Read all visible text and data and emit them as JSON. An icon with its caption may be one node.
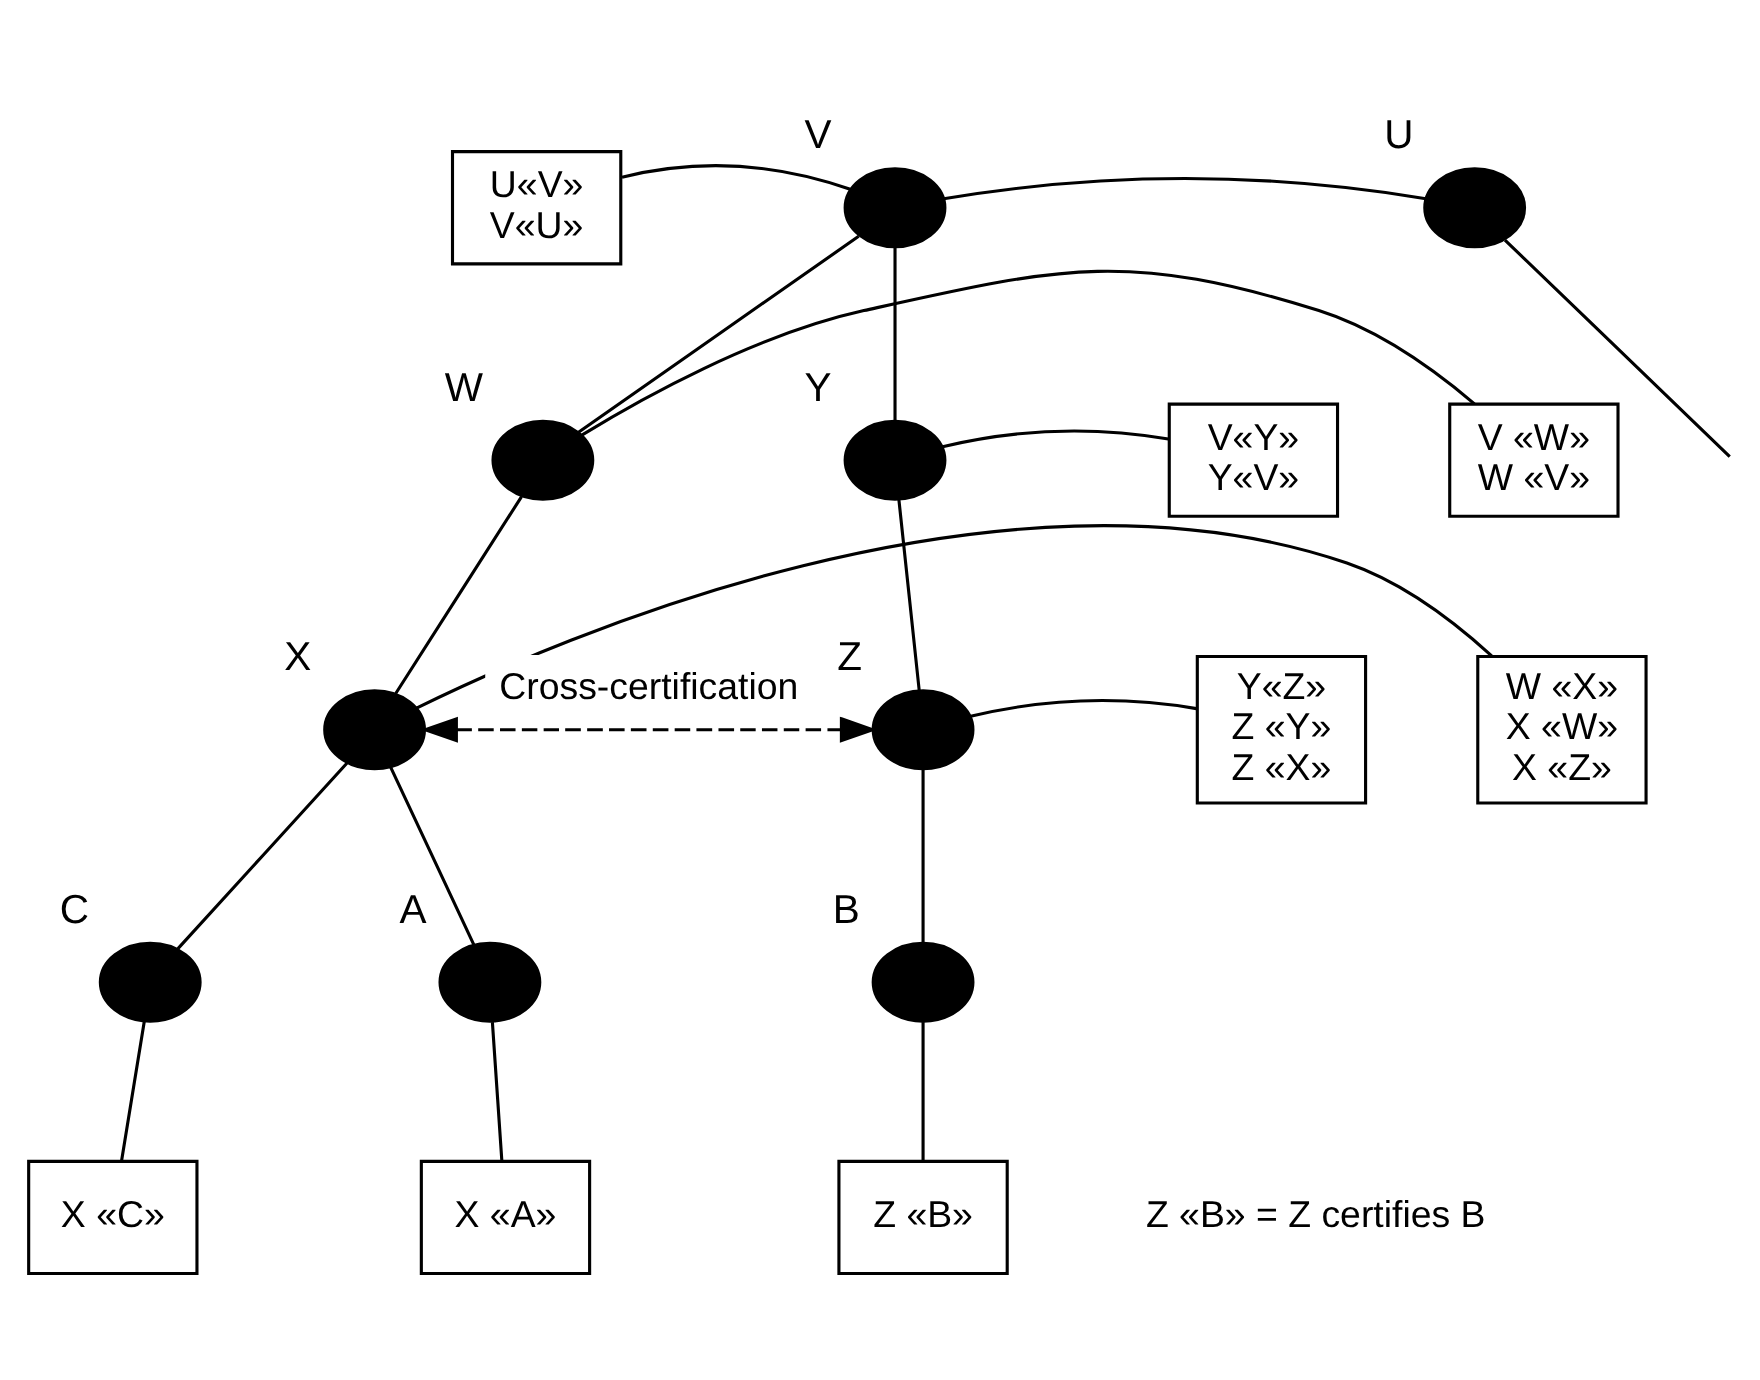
{
  "diagram": {
    "nodes": [
      {
        "text": [
          "U«V»",
          "V«U»"
        ]
      },
      {
        "text": [],
        "shape": "circle",
        "beside": [
          "U"
        ]
      },
      {
        "text": [],
        "shape": "circle",
        "beside": [
          "V"
        ]
      },
      {
        "text": [
          "V «W»",
          "W «V»"
        ]
      },
      {
        "text": [
          "V«Y»",
          "Y«V»"
        ]
      },
      {
        "text": [],
        "shape": "circle",
        "beside": [
          "W"
        ]
      },
      {
        "text": [],
        "shape": "circle",
        "beside": [
          "Y"
        ]
      },
      {
        "text": [
          "W «X»",
          "X «W»",
          "X «Z»"
        ]
      },
      {
        "text": [],
        "shape": "circle",
        "beside": [
          "X"
        ]
      },
      {
        "text": [],
        "shape": "circle",
        "beside": [
          "Z"
        ]
      },
      {
        "text": [
          "Y«Z»",
          "Z «Y»",
          "Z «X»"
        ]
      },
      {
        "text": [],
        "shape": "circle",
        "beside": [
          "C"
        ]
      },
      {
        "text": [],
        "shape": "circle",
        "beside": [
          "A"
        ]
      },
      {
        "text": [],
        "shape": "circle",
        "beside": [
          "B"
        ]
      },
      {
        "text": [
          "X «C»"
        ]
      },
      {
        "text": [
          "X «A»"
        ]
      },
      {
        "text": [
          "Z «B»"
        ]
      }
    ],
    "edges": [
      {
        "from": 1,
        "to": null,
        "arrow": "none"
      },
      {
        "from": 2,
        "to": 1,
        "arrow": "none"
      },
      {
        "from": 2,
        "to": 5,
        "arrow": "none"
      },
      {
        "from": 2,
        "to": 6,
        "arrow": "none"
      },
      {
        "from": 5,
        "to": 8,
        "arrow": "none"
      },
      {
        "from": 6,
        "to": 9,
        "arrow": "none"
      },
      {
        "from": 8,
        "to": 11,
        "arrow": "none"
      },
      {
        "from": 8,
        "to": 12,
        "arrow": "none"
      },
      {
        "from": 9,
        "to": 13,
        "arrow": "none"
      },
      {
        "from": 8,
        "to": 9,
        "arrow": "both",
        "label": "Cross-certification",
        "style": "dashed"
      },
      {
        "from": 0,
        "to": 2,
        "arrow": "none"
      },
      {
        "from": 3,
        "to": 5,
        "arrow": "none"
      },
      {
        "from": 4,
        "to": 6,
        "arrow": "none"
      },
      {
        "from": 7,
        "to": 8,
        "arrow": "none"
      },
      {
        "from": 10,
        "to": 9,
        "arrow": "none"
      },
      {
        "from": 14,
        "to": 11,
        "arrow": "none"
      },
      {
        "from": 15,
        "to": 12,
        "arrow": "none"
      },
      {
        "from": 16,
        "to": 13,
        "arrow": "none"
      }
    ],
    "labels": [
      "Z «B» = Z certifies B"
    ]
  }
}
